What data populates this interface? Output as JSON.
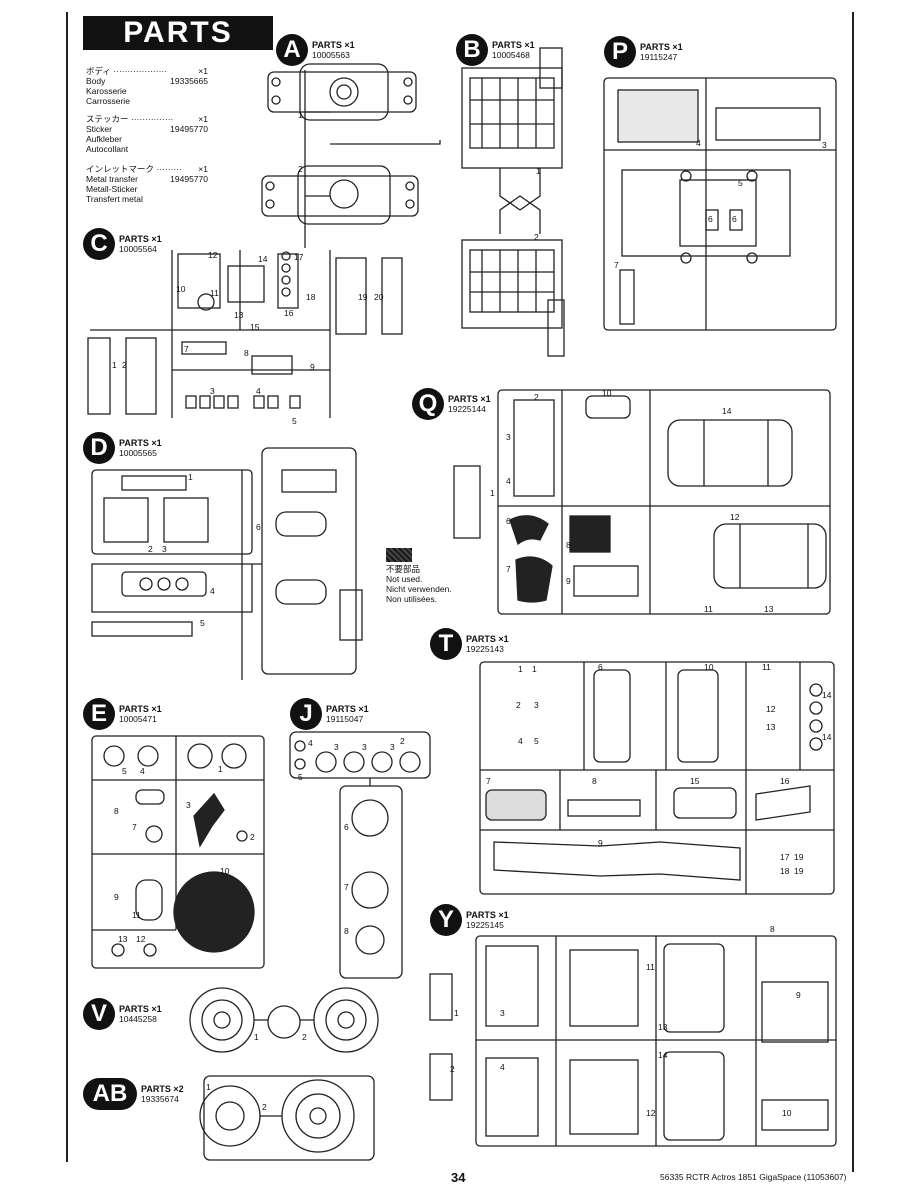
{
  "header": {
    "title": "PARTS"
  },
  "legend": [
    {
      "jp": "ボディ",
      "dots": "···················",
      "qty": "×1",
      "lines": [
        "Body",
        "Karosserie",
        "Carrosserie"
      ],
      "code": "19335665"
    },
    {
      "jp": "ステッカー",
      "dots": "···············",
      "qty": "×1",
      "lines": [
        "Sticker",
        "Aufkleber",
        "Autocollant"
      ],
      "code": "19495770"
    },
    {
      "jp": "インレットマーク",
      "dots": "·········",
      "qty": "×1",
      "lines": [
        "Metal transfer",
        "Metall-Sticker",
        "Transfert metal"
      ],
      "code": "19495770"
    }
  ],
  "parts": [
    {
      "id": "A",
      "qty": "PARTS ×1",
      "code": "10005563"
    },
    {
      "id": "B",
      "qty": "PARTS ×1",
      "code": "10005468"
    },
    {
      "id": "P",
      "qty": "PARTS ×1",
      "code": "19115247"
    },
    {
      "id": "C",
      "qty": "PARTS ×1",
      "code": "10005564"
    },
    {
      "id": "Q",
      "qty": "PARTS ×1",
      "code": "19225144"
    },
    {
      "id": "D",
      "qty": "PARTS ×1",
      "code": "10005565"
    },
    {
      "id": "T",
      "qty": "PARTS ×1",
      "code": "19225143"
    },
    {
      "id": "E",
      "qty": "PARTS ×1",
      "code": "10005471"
    },
    {
      "id": "J",
      "qty": "PARTS ×1",
      "code": "19115047"
    },
    {
      "id": "Y",
      "qty": "PARTS ×1",
      "code": "19225145"
    },
    {
      "id": "V",
      "qty": "PARTS ×1",
      "code": "10445258"
    },
    {
      "id": "AB",
      "qty": "PARTS ×2",
      "code": "19335674"
    }
  ],
  "not_used": {
    "jp": "不要部品",
    "en": "Not used.",
    "de": "Nicht verwenden.",
    "fr": "Non utilisées."
  },
  "part_numbers": {
    "A": [
      "1",
      "2"
    ],
    "B": [
      "1",
      "2"
    ],
    "P": [
      "3",
      "4",
      "5",
      "6",
      "6",
      "7"
    ],
    "C": [
      "12",
      "10",
      "11",
      "13",
      "14",
      "17",
      "18",
      "16",
      "19",
      "20",
      "15",
      "1",
      "2",
      "7",
      "8",
      "9",
      "3",
      "4",
      "5"
    ],
    "Q": [
      "2",
      "3",
      "4",
      "1",
      "10",
      "14",
      "12",
      "6",
      "7",
      "8",
      "9",
      "11",
      "13"
    ],
    "D": [
      "1",
      "2",
      "3",
      "4",
      "5",
      "6"
    ],
    "T": [
      "1",
      "1",
      "2",
      "3",
      "4",
      "5",
      "6",
      "10",
      "11",
      "12",
      "13",
      "14",
      "14",
      "7",
      "8",
      "9",
      "15",
      "16",
      "17",
      "19",
      "18",
      "19"
    ],
    "E": [
      "5",
      "4",
      "1",
      "8",
      "3",
      "2",
      "7",
      "10",
      "9",
      "11",
      "13",
      "12"
    ],
    "J": [
      "4",
      "3",
      "3",
      "3",
      "2",
      "5",
      "6",
      "7",
      "8"
    ],
    "Y": [
      "1",
      "2",
      "3",
      "4",
      "11",
      "13",
      "14",
      "12",
      "9",
      "10",
      "8"
    ],
    "V": [
      "1",
      "2"
    ],
    "AB": [
      "1",
      "2"
    ]
  },
  "page": {
    "number": "34",
    "footer": "56335 RCTR Actros 1851 GigaSpace (11053607)"
  }
}
